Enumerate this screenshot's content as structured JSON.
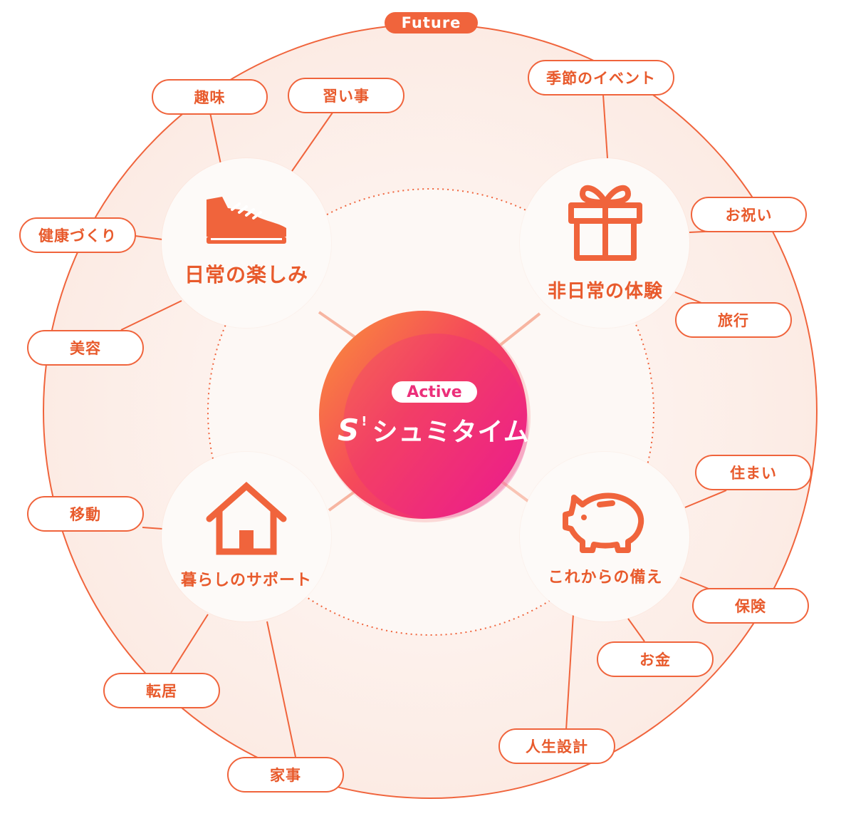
{
  "future_label": "Future",
  "center": {
    "badge": "Active",
    "logo_mark": "S",
    "logo_bang": "!",
    "title": "シュミタイム"
  },
  "hubs": [
    {
      "key": "daily",
      "label": "日常の楽しみ",
      "icon": "sneaker-icon"
    },
    {
      "key": "special",
      "label": "非日常の体験",
      "icon": "gift-icon"
    },
    {
      "key": "living",
      "label": "暮らしのサポート",
      "icon": "house-icon"
    },
    {
      "key": "future",
      "label": "これからの備え",
      "icon": "piggy-bank-icon"
    }
  ],
  "topics": {
    "hobby": "趣味",
    "lessons": "習い事",
    "health": "健康づくり",
    "beauty": "美容",
    "seasonal_events": "季節のイベント",
    "celebration": "お祝い",
    "travel": "旅行",
    "transport": "移動",
    "relocation": "転居",
    "housework": "家事",
    "housing": "住まい",
    "insurance": "保険",
    "money": "お金",
    "life_planning": "人生設計"
  },
  "colors": {
    "accent": "#f0643c",
    "ring_fill": "#fdefea",
    "inner_fill": "#fdf8f5",
    "center_gradient_start": "#f97a3c",
    "center_gradient_end": "#ec1c8c"
  }
}
